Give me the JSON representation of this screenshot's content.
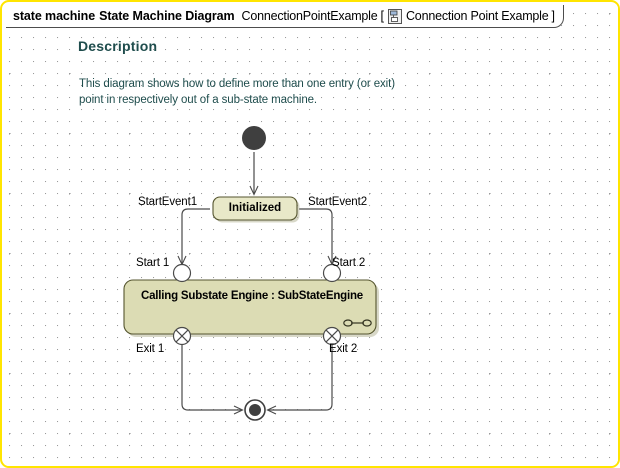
{
  "frame": {
    "kind_word1": "state machine",
    "kind_word2": "State Machine Diagram",
    "diagram_name": "ConnectionPointExample",
    "bracket_open": "[",
    "submachine_icon": "state-machine-icon",
    "submachine_name": "Connection Point Example",
    "bracket_close": "]",
    "border_color": "#ffe500"
  },
  "description": {
    "heading": "Description",
    "body": "This diagram shows how to define more than one entry (or exit) point in respectively out of a sub-state machine.",
    "text_color": "#1f4d4d"
  },
  "nodes": {
    "initial_state": {
      "name": "initial-state",
      "label": "",
      "fill": "#3f3f3f"
    },
    "initialized": {
      "label": "Initialized",
      "fill": "#e8e8c8",
      "stroke": "#555533"
    },
    "substate": {
      "label": "Calling Substate Engine : SubStateEngine",
      "fill": "#dcdcb4",
      "stroke": "#55552f",
      "submachine_icon": "submachine-indicator-icon"
    },
    "final_state": {
      "name": "final-state",
      "label": "",
      "fill": "#3f3f3f"
    }
  },
  "connection_points": {
    "entry1": {
      "label": "Start 1",
      "type": "entry-point"
    },
    "entry2": {
      "label": "Start 2",
      "type": "entry-point"
    },
    "exit1": {
      "label": "Exit 1",
      "type": "exit-point"
    },
    "exit2": {
      "label": "Exit 2",
      "type": "exit-point"
    }
  },
  "transitions": {
    "t1": {
      "label": "StartEvent1"
    },
    "t2": {
      "label": "StartEvent2"
    },
    "t3": {
      "label": ""
    },
    "t4": {
      "label": ""
    },
    "t5": {
      "label": ""
    }
  }
}
